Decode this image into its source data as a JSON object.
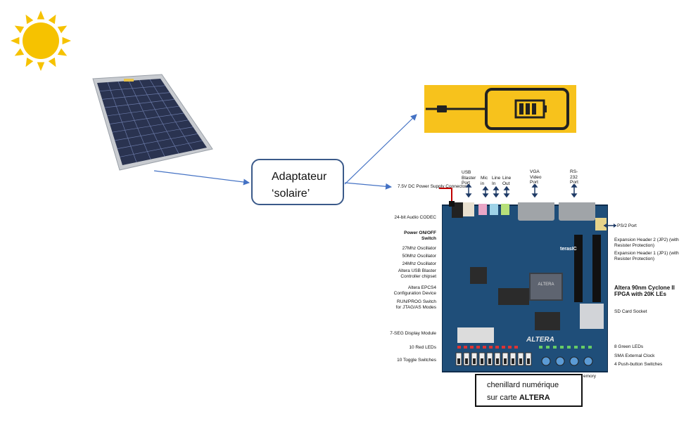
{
  "adapter": {
    "line1": "Adaptateur",
    "line2": "‘solaire’"
  },
  "caption": {
    "line1": "chenillard numérique",
    "line2_prefix": "sur carte ",
    "line2_bold": "ALTERA"
  },
  "board": {
    "brand": "terasIC",
    "chip_brand": "ALTERA",
    "top_labels": {
      "power": "7.5V DC Power Supply Connector",
      "usb": "USB Blaster Port",
      "mic": "Mic in",
      "linein": "Line In",
      "lineout": "Line Out",
      "vga": "VGA Video Port",
      "rs232": "RS-232 Port"
    },
    "left_labels": [
      "24-bit Audio CODEC",
      "Power ON/OFF Switch",
      "27Mhz Oscillator",
      "50Mhz Oscillator",
      "24Mhz Oscillator",
      "Altera USB Blaster Controller chipset",
      "Altera EPCS4 Configuration Device",
      "RUN/PROG Switch for JTAG/AS Modes",
      "7-SEG Display Module",
      "10 Red LEDs",
      "10 Toggle Switches"
    ],
    "right_labels": [
      "PS/2 Port",
      "Expansion Header 2 (JP2) (with Resister Protection)",
      "Expansion Header 1 (JP1) (with Resister Protection)",
      "Altera 90nm Cyclone II FPGA with 20K LEs",
      "SD Card Socket",
      "8 Green LEDs",
      "SMA External Clock",
      "4 Push-button Switches"
    ],
    "bottom_label": "emory"
  },
  "colors": {
    "arrow": "#4472c4",
    "sun": "#f6c200",
    "phone_bg": "#f7c21c",
    "board": "#1f4e79"
  }
}
